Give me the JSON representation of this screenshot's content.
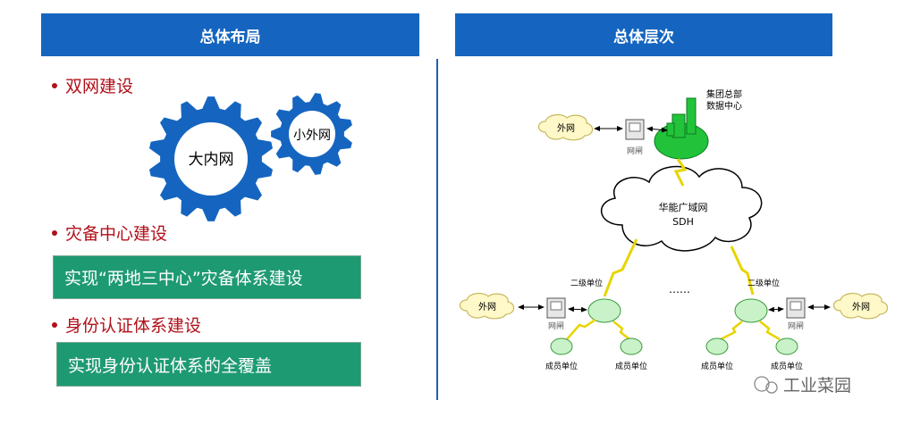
{
  "left_panel": {
    "header": "总体布局",
    "bullets": [
      "双网建设",
      "灾备中心建设",
      "身份认证体系建设"
    ],
    "gears": {
      "large": "大内网",
      "small": "小外网"
    },
    "boxes": [
      "实现“两地三中心”灾备体系建设",
      "实现身份认证体系的全覆盖"
    ]
  },
  "right_panel": {
    "header": "总体层次",
    "datacenter": [
      "集团总部",
      "数据中心"
    ],
    "cloud": [
      "华能广域网",
      "SDH"
    ],
    "external_net": "外网",
    "gateway": "网闸",
    "secondary_unit": "二级单位",
    "member_unit": "成员单位",
    "ellipsis": "……"
  },
  "watermark": "工业菜园",
  "colors": {
    "header": "#1565c0",
    "bullet": "#b0101a",
    "box": "#1e9a72",
    "gear": "#1565c0"
  }
}
